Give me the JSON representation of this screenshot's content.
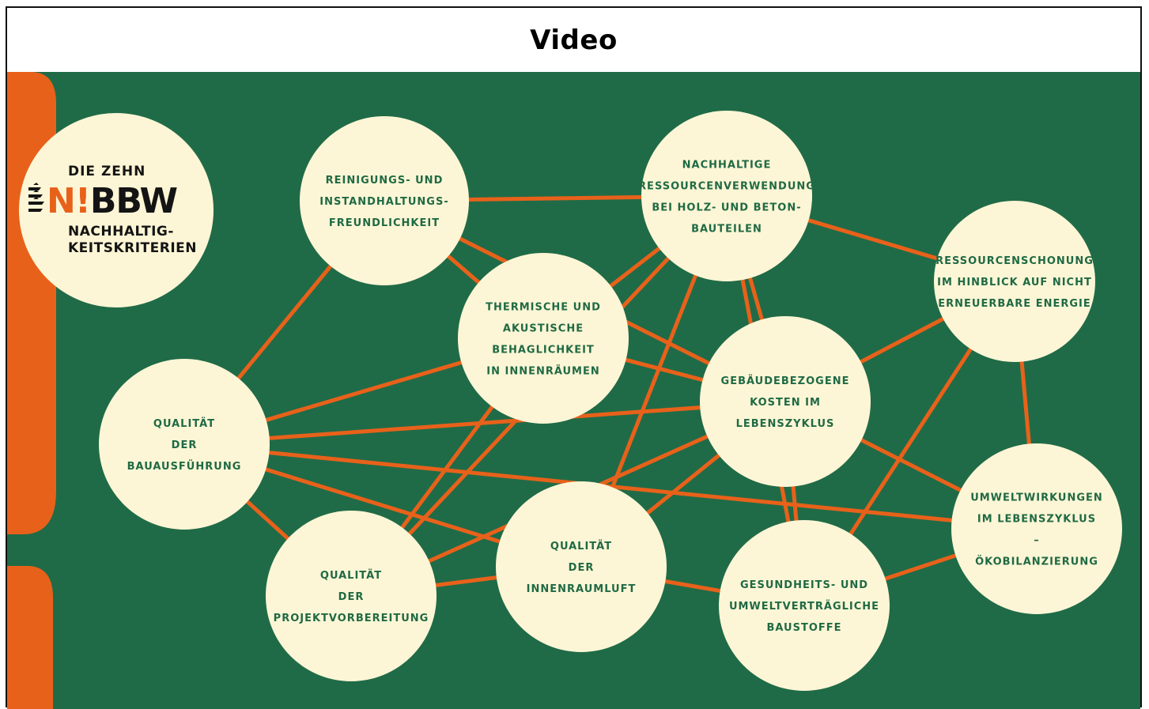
{
  "header": {
    "title": "Video"
  },
  "colors": {
    "background": "#206b47",
    "accent": "#e8611a",
    "circle_fill": "#fdf6d6",
    "circle_text": "#1f6a44",
    "logo_text": "#141414",
    "logo_accent": "#e8611a"
  },
  "logo": {
    "line1": "DIE ZEHN",
    "mark_prefix": "N!",
    "mark_suffix": "BBW",
    "line3": "NACHHALTIG-",
    "line4": "KEITSKRITERIEN"
  },
  "criteria": [
    {
      "id": "reinigung",
      "lines": [
        "REINIGUNGS- UND",
        "INSTANDHALTUNGS-",
        "FREUNDLICHKEIT"
      ]
    },
    {
      "id": "ressourcenverwendung",
      "lines": [
        "NACHHALTIGE",
        "RESSOURCENVERWENDUNG",
        "BEI HOLZ- UND BETON-",
        "BAUTEILEN"
      ]
    },
    {
      "id": "ressourcenschonung",
      "lines": [
        "RESSOURCENSCHONUNG",
        "IM HINBLICK AUF NICHT",
        "ERNEUERBARE ENERGIE"
      ]
    },
    {
      "id": "thermisch",
      "lines": [
        "THERMISCHE UND",
        "AKUSTISCHE",
        "BEHAGLICHKEIT",
        "IN INNENRÄUMEN"
      ]
    },
    {
      "id": "kosten",
      "lines": [
        "GEBÄUDEBEZOGENE",
        "KOSTEN IM",
        "LEBENSZYKLUS"
      ]
    },
    {
      "id": "bauausfuehrung",
      "lines": [
        "QUALITÄT",
        "DER",
        "BAUAUSFÜHRUNG"
      ]
    },
    {
      "id": "umweltwirkungen",
      "lines": [
        "UMWELTWIRKUNGEN",
        "IM LEBENSZYKLUS",
        "–",
        "ÖKOBILANZIERUNG"
      ]
    },
    {
      "id": "projektvorbereitung",
      "lines": [
        "QUALITÄT",
        "DER",
        "PROJEKTVORBEREITUNG"
      ]
    },
    {
      "id": "innenraumluft",
      "lines": [
        "QUALITÄT",
        "DER",
        "INNENRAUMLUFT"
      ]
    },
    {
      "id": "baustoffe",
      "lines": [
        "GESUNDHEITS- UND",
        "UMWELTVERTRÄGLICHE",
        "BAUSTOFFE"
      ]
    }
  ],
  "connections": [
    [
      "bauausfuehrung",
      "reinigung"
    ],
    [
      "bauausfuehrung",
      "thermisch"
    ],
    [
      "bauausfuehrung",
      "kosten"
    ],
    [
      "bauausfuehrung",
      "umweltwirkungen"
    ],
    [
      "bauausfuehrung",
      "innenraumluft"
    ],
    [
      "bauausfuehrung",
      "projektvorbereitung"
    ],
    [
      "reinigung",
      "ressourcenverwendung"
    ],
    [
      "reinigung",
      "thermisch"
    ],
    [
      "reinigung",
      "kosten"
    ],
    [
      "ressourcenverwendung",
      "ressourcenschonung"
    ],
    [
      "ressourcenverwendung",
      "kosten"
    ],
    [
      "ressourcenverwendung",
      "baustoffe"
    ],
    [
      "ressourcenverwendung",
      "innenraumluft"
    ],
    [
      "ressourcenverwendung",
      "thermisch"
    ],
    [
      "ressourcenverwendung",
      "projektvorbereitung"
    ],
    [
      "thermisch",
      "kosten"
    ],
    [
      "thermisch",
      "projektvorbereitung"
    ],
    [
      "kosten",
      "ressourcenschonung"
    ],
    [
      "kosten",
      "umweltwirkungen"
    ],
    [
      "kosten",
      "baustoffe"
    ],
    [
      "kosten",
      "innenraumluft"
    ],
    [
      "kosten",
      "projektvorbereitung"
    ],
    [
      "ressourcenschonung",
      "umweltwirkungen"
    ],
    [
      "ressourcenschonung",
      "baustoffe"
    ],
    [
      "umweltwirkungen",
      "baustoffe"
    ],
    [
      "projektvorbereitung",
      "innenraumluft"
    ],
    [
      "innenraumluft",
      "baustoffe"
    ]
  ]
}
